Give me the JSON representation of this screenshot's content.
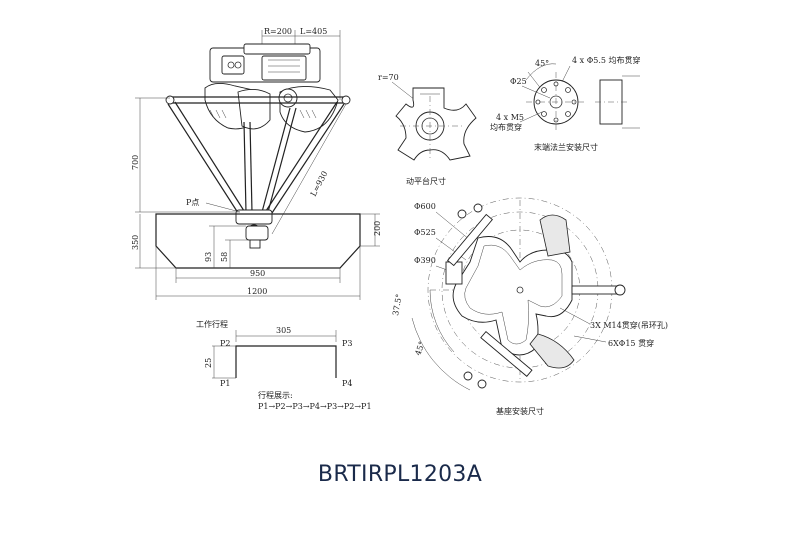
{
  "model": "BRTIRPL1203A",
  "side_view": {
    "dims": {
      "r200": "R=200",
      "l405": "L=405",
      "h700": "700",
      "l930": "L=930",
      "h350": "350",
      "h200": "200",
      "h93": "93",
      "h58": "58",
      "w950": "950",
      "w1200": "1200"
    },
    "p_point": "P点"
  },
  "stroke": {
    "title": "工作行程",
    "width": "305",
    "height": "25",
    "p1": "P1",
    "p2": "P2",
    "p3": "P3",
    "p4": "P4",
    "demo_title": "行程展示:",
    "sequence": "P1→P2→P3→P4→P3→P2→P1"
  },
  "platform": {
    "r70": "r=70",
    "title": "动平台尺寸"
  },
  "flange": {
    "angle": "45°",
    "holes": "4 x Φ5.5 均布贯穿",
    "d25": "Φ25",
    "m5": "4 x M5",
    "m5_note": "均布贯穿",
    "title": "末端法兰安装尺寸"
  },
  "base": {
    "d600": "Φ600",
    "d525": "Φ525",
    "d390": "Φ390",
    "angle1": "37.5°",
    "angle2": "45°",
    "m14": "3X M14贯穿(吊环孔)",
    "d15": "6XΦ15 贯穿",
    "title": "基座安装尺寸"
  }
}
